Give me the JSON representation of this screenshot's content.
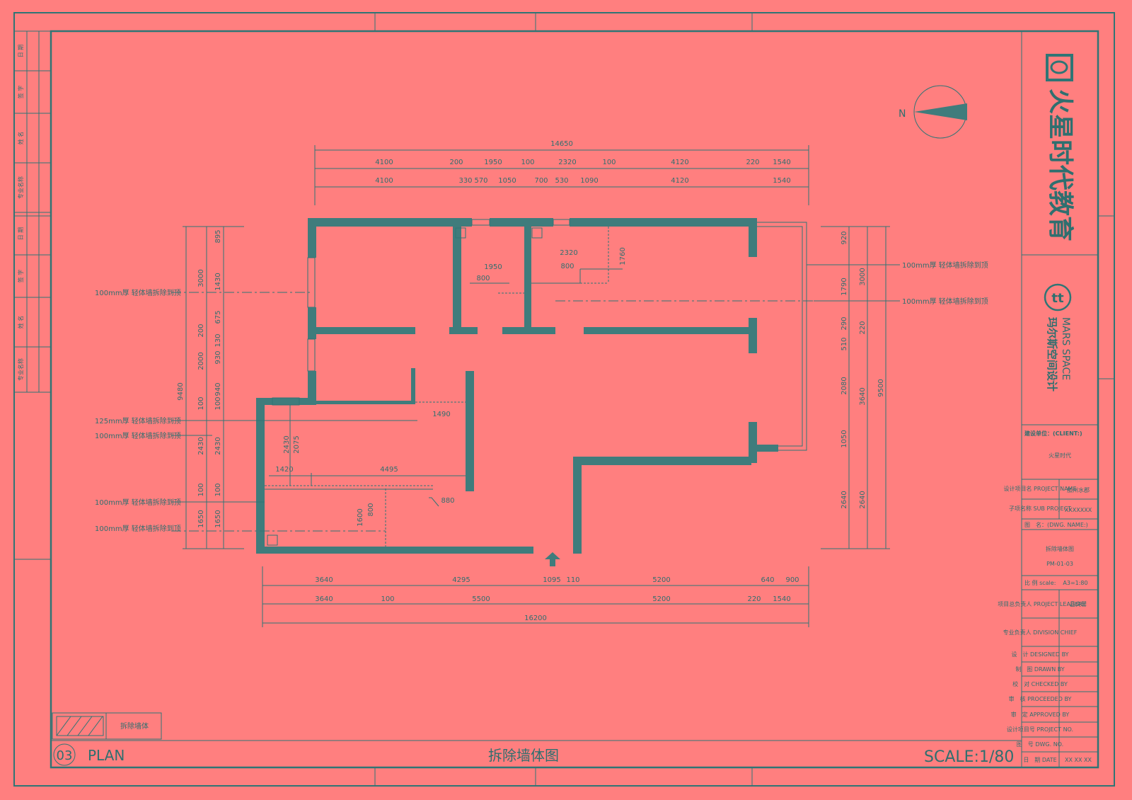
{
  "plan": {
    "sheet_number": "03",
    "sheet_label": "PLAN",
    "title": "拆除墙体图",
    "scale": "SCALE:1/80",
    "legend_label": "拆除墙体",
    "north": "N"
  },
  "dims_top_row1": {
    "total": "14650",
    "items": [
      "4100",
      "200",
      "1950",
      "100",
      "2320",
      "100",
      "4120",
      "220",
      "1540"
    ]
  },
  "dims_top_row2": {
    "items": [
      "4100",
      "330",
      "570",
      "1050",
      "700",
      "530",
      "1090",
      "4120",
      "1540"
    ]
  },
  "dims_bottom_row1": {
    "items": [
      "3640",
      "4295",
      "1095",
      "110",
      "5200",
      "640",
      "900"
    ]
  },
  "dims_bottom_row2": {
    "items": [
      "3640",
      "100",
      "5500",
      "5200",
      "220",
      "1540"
    ],
    "total": "16200"
  },
  "dims_left_outer": {
    "total": "9480",
    "items": [
      "3000",
      "200",
      "2000",
      "100",
      "2430",
      "100",
      "1650"
    ]
  },
  "dims_left_inner": {
    "items": [
      "895",
      "1430",
      "675",
      "130",
      "930",
      "940",
      "100",
      "2430",
      "100",
      "1650"
    ]
  },
  "dims_right_inner": {
    "items": [
      "920",
      "1790",
      "290",
      "510",
      "2080",
      "1050",
      "2640"
    ]
  },
  "dims_right_mid": {
    "items": [
      "3000",
      "220",
      "3640",
      "2640"
    ]
  },
  "dims_right_outer": {
    "total": "9500"
  },
  "interior_dims": {
    "d1950": "1950",
    "d800a": "800",
    "d2320": "2320",
    "d800b": "800",
    "d1760": "1760",
    "d1490": "1490",
    "d2430": "2430",
    "d2075": "2075",
    "d1420": "1420",
    "d4495": "4495",
    "d880": "880",
    "d1600": "1600",
    "d800c": "800"
  },
  "notes_left": [
    "100mm厚 轻体墙拆除到顶",
    "125mm厚 轻体墙拆除到顶",
    "100mm厚 轻体墙拆除到顶",
    "100mm厚 轻体墙拆除到顶",
    "100mm厚 轻体墙拆除到顶"
  ],
  "notes_right": [
    "100mm厚 轻体墙拆除到顶",
    "100mm厚 轻体墙拆除到顶"
  ],
  "left_strip": {
    "cells": [
      "日 期",
      "签 字",
      "姓 名",
      "专业名称",
      "日 期",
      "签 字",
      "姓 名",
      "专业名称"
    ]
  },
  "title_block": {
    "company": "火星时代教育",
    "brand_en": "MARS SPACE",
    "brand_cn": "玛尔斯空间设计",
    "client_label": "建设单位：(CLIENT:)",
    "client_value": "火星时代",
    "project_label": "设计项目名\nPROJECT NAME",
    "project_value": "加州水郡",
    "sub_label": "子项名称\nSUB PROJECT",
    "sub_value": "XXXXXXX",
    "dwg_label": "图　名：(DWG. NAME:)",
    "dwg_title": "拆除墙体图",
    "dwg_code": "PM-01-03",
    "scale_label": "比 例 scale:",
    "scale_value": "A3=1:80",
    "leader_label": "项目总负责人\nPROJECT LEADER",
    "leader_value": "吕奕馨",
    "chief_label": "专业负责人\nDIVISION CHIEF",
    "rows": [
      "设　计\nDESIGNED BY",
      "制　图\nDRAWN BY",
      "校　对\nCHECKED BY",
      "审　核\nPROCEEDED BY",
      "审　定\nAPPROVED BY",
      "设计项目号\nPROJECT NO.",
      "图　号\nDWG. NO.",
      "日　期\nDATE"
    ],
    "date_value": "XX XX XX"
  },
  "colors": {
    "background": "#ff7f7f",
    "line": "#2f7575",
    "wall": "#3f7c7c"
  }
}
